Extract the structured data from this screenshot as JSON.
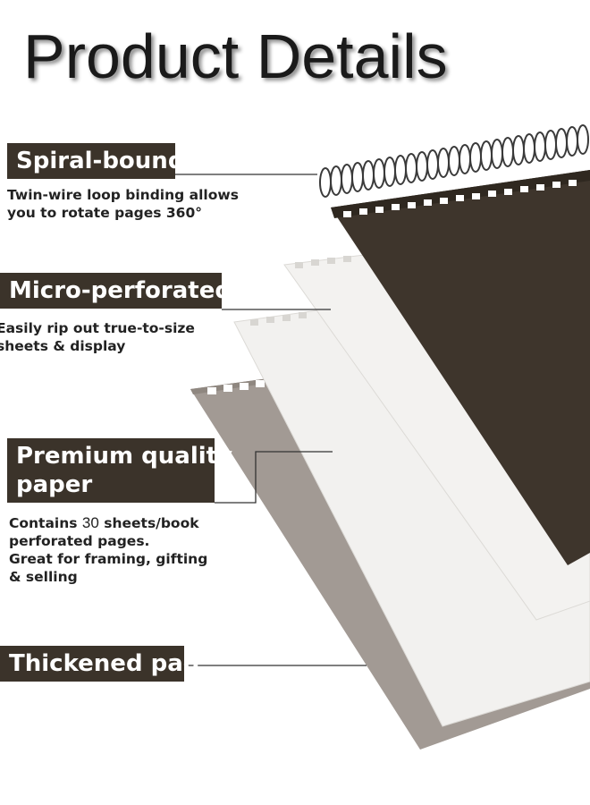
{
  "title": "Product Details",
  "colors": {
    "label_bg": "#3b332a",
    "label_text": "#ffffff",
    "cover": "#3e352c",
    "sheet": "#f1f0ee",
    "backing_board": "#a29a94",
    "spiral": "#444444"
  },
  "features": [
    {
      "label": "Spiral-bound",
      "description": [
        "Twin-wire loop binding allows",
        "you to rotate pages 360°"
      ]
    },
    {
      "label": "Micro-perforated",
      "description": [
        "Easily rip out true-to-size",
        "sheets & display"
      ]
    },
    {
      "label_lines": [
        "Premium quality",
        "paper"
      ],
      "description": {
        "line1_prefix": "Contains",
        "sheet_count": "30",
        "line1_suffix": "sheets/book",
        "line2": "perforated pages.",
        "line3": "Great for framing, gifting",
        "line4": "& selling"
      }
    },
    {
      "label": "Thickened pad",
      "description": []
    }
  ],
  "icons": [
    "spiral-binding-icon"
  ]
}
